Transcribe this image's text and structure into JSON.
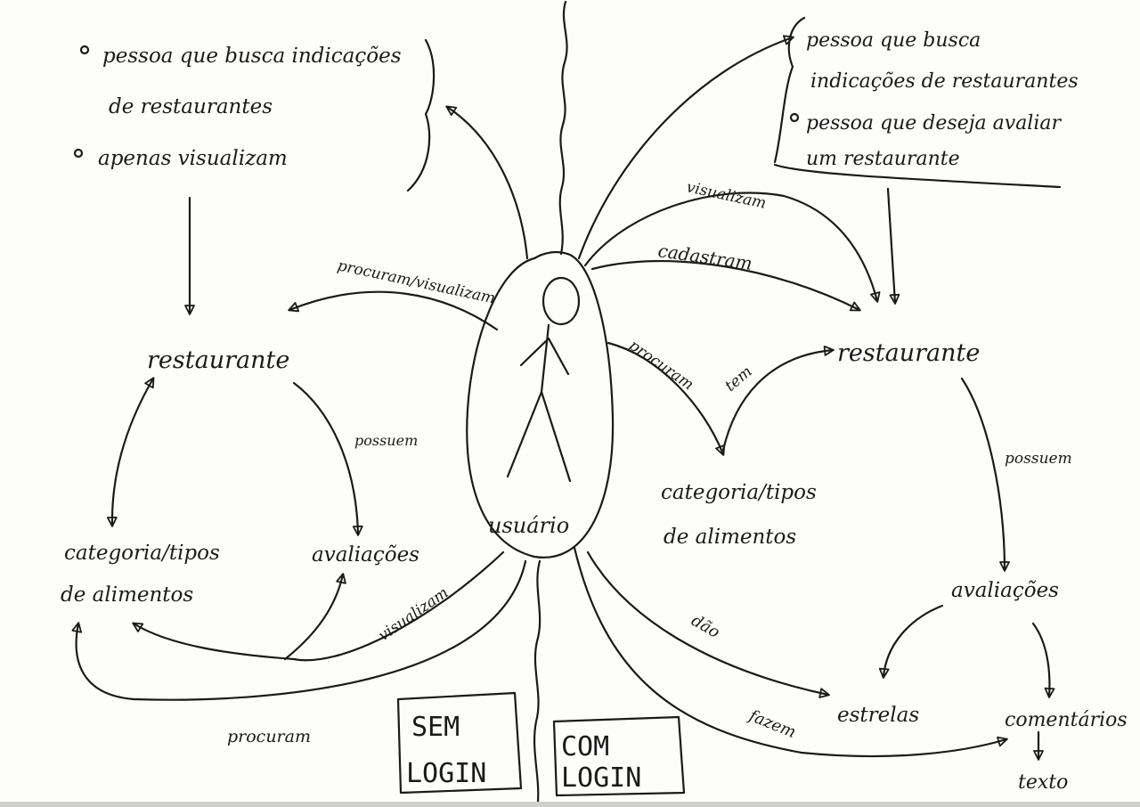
{
  "left_notes": {
    "bullet1_line1": "pessoa que busca indicações",
    "bullet1_line2": "de restaurantes",
    "bullet2": "apenas visualizam"
  },
  "right_notes": {
    "bullet1_line1": "pessoa que busca",
    "bullet1_line2": "indicações de restaurantes",
    "bullet2_line1": "pessoa que deseja avaliar",
    "bullet2_line2": "um restaurante"
  },
  "center": {
    "label": "usuário"
  },
  "left": {
    "restaurante": "restaurante",
    "categoria_line1": "categoria/tipos",
    "categoria_line2": "de alimentos",
    "avaliacoes": "avaliações",
    "edge_procuram_visualizam": "procuram/visualizam",
    "edge_possuem": "possuem",
    "edge_visualizam": "visualizam",
    "edge_procuram": "procuram"
  },
  "right": {
    "restaurante": "restaurante",
    "categoria_line1": "categoria/tipos",
    "categoria_line2": "de alimentos",
    "avaliacoes": "avaliações",
    "estrelas": "estrelas",
    "comentarios": "comentários",
    "texto": "texto",
    "edge_visualizam": "visualizam",
    "edge_cadastram": "cadastram",
    "edge_procuram": "procuram",
    "edge_tem": "tem",
    "edge_possuem": "possuem",
    "edge_dao": "dão",
    "edge_fazem": "fazem"
  },
  "boxes": {
    "sem_line1": "SEM",
    "sem_line2": "LOGIN",
    "com_line1": "COM",
    "com_line2": "LOGIN"
  }
}
